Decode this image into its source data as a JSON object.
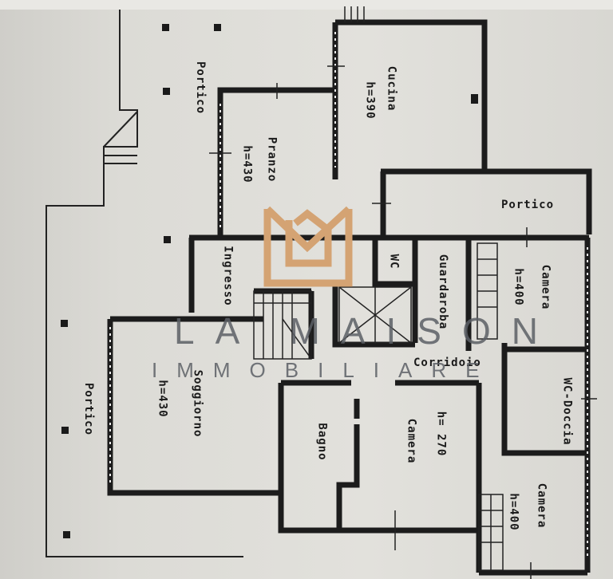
{
  "plan": {
    "rooms": [
      {
        "id": "cucina",
        "name": "Cucina",
        "height": "h=390",
        "unit": "m"
      },
      {
        "id": "pranzo",
        "name": "Pranzo",
        "height": "h=430",
        "unit": "m"
      },
      {
        "id": "portico-top",
        "name": "Portico"
      },
      {
        "id": "portico-right",
        "name": "Portico"
      },
      {
        "id": "portico-left",
        "name": "Portico"
      },
      {
        "id": "ingresso",
        "name": "Ingresso"
      },
      {
        "id": "wc",
        "name": "WC"
      },
      {
        "id": "guardaroba",
        "name": "Guardaroba"
      },
      {
        "id": "camera-1",
        "name": "Camera",
        "height": "h=400",
        "unit": "m"
      },
      {
        "id": "corridoio",
        "name": "Corridoio"
      },
      {
        "id": "wc-doccia",
        "name": "WC-Doccia"
      },
      {
        "id": "soggiorno",
        "name": "Soggiorno",
        "height": "h=430",
        "unit": "m"
      },
      {
        "id": "bagno",
        "name": "Bagno"
      },
      {
        "id": "camera-2",
        "name": "Camera",
        "height": "h= 270"
      },
      {
        "id": "camera-3",
        "name": "Camera",
        "height": "h=400",
        "unit": "m"
      }
    ]
  },
  "watermark": {
    "brand": "LA MAISON",
    "tagline": "IMMOBILIARE",
    "logo": "house-m-logo",
    "color": "#d4a373"
  }
}
